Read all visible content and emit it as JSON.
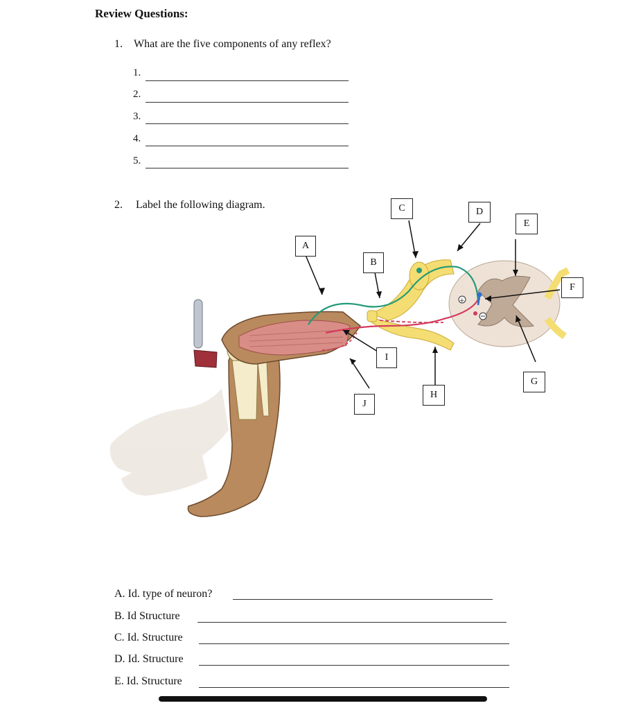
{
  "heading": "Review Questions:",
  "q1": {
    "number": "1.",
    "text": "What are the five components of any reflex?",
    "answers": [
      "1.",
      "2.",
      "3.",
      "4.",
      "5."
    ]
  },
  "q2": {
    "number": "2.",
    "text": "Label the following diagram."
  },
  "diagram_labels": [
    "A",
    "B",
    "C",
    "D",
    "E",
    "F",
    "G",
    "H",
    "I",
    "J"
  ],
  "id_questions": [
    {
      "letter": "A.",
      "text": "Id. type of neuron?"
    },
    {
      "letter": "B.",
      "text": "Id Structure"
    },
    {
      "letter": "C.",
      "text": "Id. Structure"
    },
    {
      "letter": "D.",
      "text": "Id. Structure"
    },
    {
      "letter": "E.",
      "text": "Id. Structure"
    }
  ]
}
